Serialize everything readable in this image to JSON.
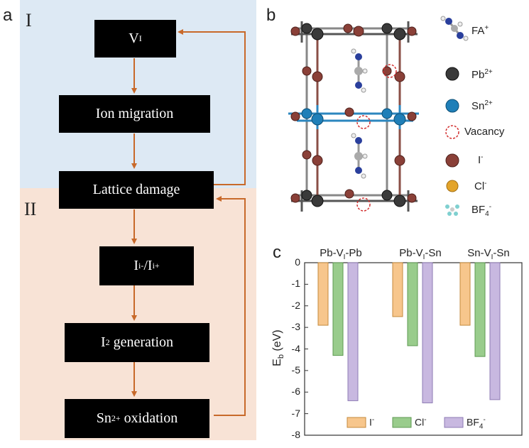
{
  "panel_a": {
    "letter": "a",
    "stage_1": "I",
    "stage_2": "II",
    "boxes": {
      "vi": {
        "main": "V",
        "sub": "I"
      },
      "ion_migration": "Ion migration",
      "lattice_damage": "Lattice damage",
      "interstitials": {
        "a": "I",
        "a_sub": "i",
        "a_sup": "-",
        "slash": "/",
        "b": "I",
        "b_sub": "i",
        "b_sup": "+"
      },
      "i2_generation": {
        "a": "I",
        "sub": "2",
        "b": " generation"
      },
      "sn_oxidation": {
        "a": "Sn",
        "sup": "2+",
        "b": " oxidation"
      }
    },
    "colors": {
      "stage1_bg": "#dde9f4",
      "stage2_bg": "#f8e3d6",
      "arrow": "#c8692a",
      "box": "#000000"
    }
  },
  "panel_b": {
    "letter": "b",
    "legend": [
      {
        "icon": "fa-molecule-icon",
        "text": "FA",
        "sup": "+",
        "sub": ""
      },
      {
        "icon": "pb-atom-icon",
        "text": "Pb",
        "sup": "2+",
        "sub": "",
        "color": "#3a3a3a"
      },
      {
        "icon": "sn-atom-icon",
        "text": "Sn",
        "sup": "2+",
        "sub": "",
        "color": "#1f7fb8"
      },
      {
        "icon": "vacancy-icon",
        "text": "Vacancy",
        "sup": "",
        "sub": ""
      },
      {
        "icon": "iodide-atom-icon",
        "text": "I",
        "sup": "-",
        "sub": "",
        "color": "#8a4038"
      },
      {
        "icon": "chloride-atom-icon",
        "text": "Cl",
        "sup": "-",
        "sub": "",
        "color": "#e3a42a"
      },
      {
        "icon": "bf4-molecule-icon",
        "text": "BF",
        "sup": "-",
        "sub": "4"
      }
    ]
  },
  "panel_c": {
    "letter": "c",
    "group_labels": [
      {
        "a": "Pb-V",
        "sub": "I",
        "b": "-Pb"
      },
      {
        "a": "Pb-V",
        "sub": "I",
        "b": "-Sn"
      },
      {
        "a": "Sn-V",
        "sub": "I",
        "b": "-Sn"
      }
    ],
    "ylabel": {
      "a": "E",
      "sub": "b",
      "b": " (eV)"
    },
    "yticks": [
      "0",
      "-1",
      "-2",
      "-3",
      "-4",
      "-5",
      "-6",
      "-7",
      "-8"
    ],
    "legend": [
      {
        "text": "I",
        "sup": "-",
        "sub": ""
      },
      {
        "text": "Cl",
        "sup": "-",
        "sub": ""
      },
      {
        "text": "BF",
        "sup": "-",
        "sub": "4"
      }
    ]
  },
  "chart_data": {
    "type": "bar",
    "categories": [
      "Pb-VI-Pb",
      "Pb-VI-Sn",
      "Sn-VI-Sn"
    ],
    "series": [
      {
        "name": "I-",
        "values": [
          -2.9,
          -2.5,
          -2.9
        ],
        "color": "#f7c68c"
      },
      {
        "name": "Cl-",
        "values": [
          -4.3,
          -3.85,
          -4.35
        ],
        "color": "#99cc8c"
      },
      {
        "name": "BF4-",
        "values": [
          -6.4,
          -6.5,
          -6.35
        ],
        "color": "#c8b8e0"
      }
    ],
    "ylim": [
      -8,
      0
    ],
    "legend_position": "bottom"
  }
}
